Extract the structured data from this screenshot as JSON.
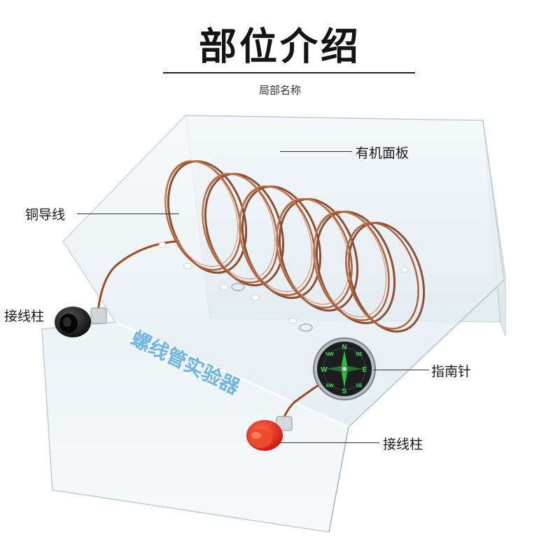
{
  "header": {
    "title": "部位介绍",
    "subtitle": "局部名称"
  },
  "product": {
    "label": "螺线管实验器",
    "compass_marks": [
      "N",
      "NW",
      "W",
      "SW",
      "S",
      "SE",
      "E",
      "NE"
    ]
  },
  "callouts": {
    "panel": "有机面板",
    "wire": "铜导线",
    "terminal_left": "接线柱",
    "compass": "指南针",
    "terminal_right": "接线柱"
  },
  "colors": {
    "copper": "#a0522d",
    "copper_highlight": "#d98c5f",
    "acrylic": "#e4eef3",
    "terminal_black": "#1a1a1a",
    "terminal_red": "#e02010",
    "label_blue": "#6fb4e6"
  }
}
